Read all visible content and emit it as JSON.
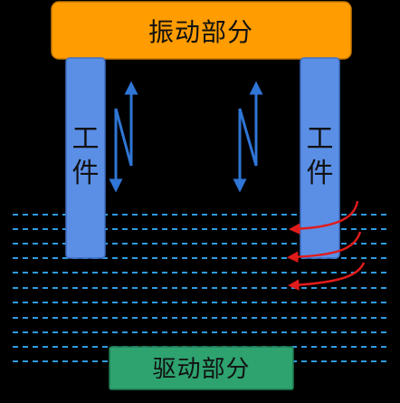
{
  "vibration_part": {
    "label": "振动部分",
    "color": "#FF9C00"
  },
  "drive_part": {
    "label": "驱动部分",
    "color": "#2EA26F"
  },
  "workpiece_left": {
    "char_top": "工",
    "char_bottom": "件",
    "color": "#5B8FE6"
  },
  "workpiece_right": {
    "char_top": "工",
    "char_bottom": "件",
    "color": "#5B8FE6"
  },
  "colors": {
    "background": "#000000",
    "liquid_lines": "#2F9BE0",
    "motion_arrows": "#2F76D6",
    "flow_arrows": "#E01B1B"
  }
}
